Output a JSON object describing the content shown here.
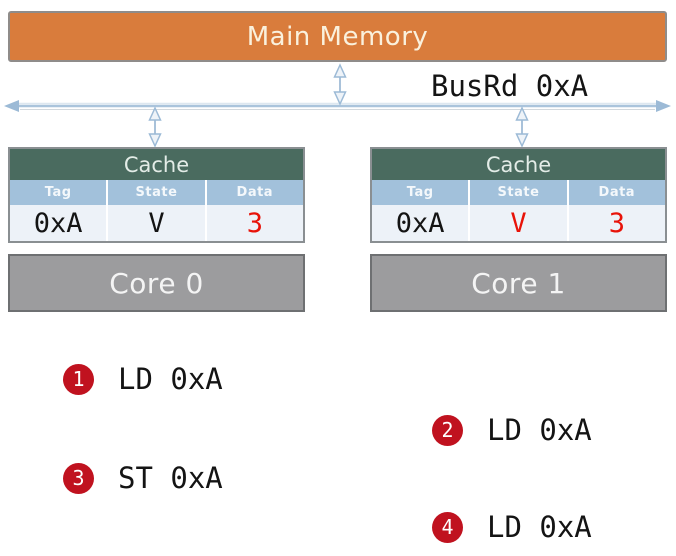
{
  "memory": {
    "label": "Main Memory"
  },
  "bus": {
    "label": "BusRd 0xA"
  },
  "caches": [
    {
      "title": "Cache",
      "headers": [
        "Tag",
        "State",
        "Data"
      ],
      "row": {
        "tag": "0xA",
        "state": "V",
        "data": "3"
      },
      "tag_color": "#141414",
      "state_color": "#141414",
      "data_color": "#e81309",
      "core": {
        "label": "Core 0"
      }
    },
    {
      "title": "Cache",
      "headers": [
        "Tag",
        "State",
        "Data"
      ],
      "row": {
        "tag": "0xA",
        "state": "V",
        "data": "3"
      },
      "tag_color": "#141414",
      "state_color": "#e81309",
      "data_color": "#e81309",
      "core": {
        "label": "Core 1"
      }
    }
  ],
  "operations": [
    {
      "num": "1",
      "label": "LD 0xA"
    },
    {
      "num": "2",
      "label": "LD 0xA"
    },
    {
      "num": "3",
      "label": "ST 0xA"
    },
    {
      "num": "4",
      "label": "LD 0xA"
    }
  ],
  "colors": {
    "memory_fill": "#d97c3c",
    "cache_header_green": "#4a6b5f",
    "column_header_blue": "#a2c1db",
    "row_bg": "#edf2f8",
    "core_gray": "#9c9c9e",
    "badge_red": "#c0121f",
    "value_red": "#e81309",
    "bus_blue": "#aac4dc"
  }
}
